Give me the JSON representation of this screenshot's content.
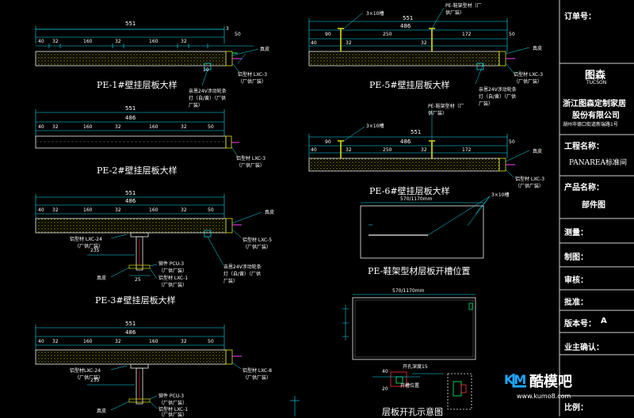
{
  "colors": {
    "dim_line": "#00e5ff",
    "outline": "#f0f0f0",
    "hatch": "#d8d800",
    "slot": "#7a7a7a",
    "bracket": "#e0e000",
    "leader": "#00e5ff",
    "magenta": "#ff40ff",
    "green": "#00ff66",
    "red": "#ff3333",
    "titleblock_line": "#cfcfcf",
    "watermark_blue": "#1fa6ff"
  },
  "panels": {
    "pe1": {
      "title": "PE-1#壁挂层板大样",
      "dims_top": [
        "551"
      ],
      "dims_mid": [
        "40",
        "32",
        "160",
        "32",
        "160",
        "32",
        "50"
      ],
      "dims_mid2": [
        "3"
      ],
      "note1": "真皮",
      "note2": "铝型材 LXC-3",
      "note3": "（厂供厂装）",
      "note4": "亲恩24V涉动轮条",
      "note5": "灯（自/黄）（厂供",
      "note6": "厂装）",
      "note_dim": "10"
    },
    "pe2": {
      "title": "PE-2#壁挂层板大样",
      "dims_top": [
        "551"
      ],
      "dims_mid": [
        "486"
      ],
      "dims_low": [
        "40",
        "32",
        "160",
        "32",
        "160",
        "32",
        "50"
      ],
      "note1": "铝型材 LXC-3",
      "note2": "（厂供厂装）"
    },
    "pe3": {
      "title": "PE-3#壁挂层板大样",
      "dims_top": [
        "551"
      ],
      "dims_mid": [
        "486"
      ],
      "dims_low": [
        "40",
        "32",
        "160",
        "32",
        "160",
        "32",
        "50"
      ],
      "note1": "真皮",
      "note2": "铝型材 LXC-5",
      "note3": "（厂供厂装）",
      "note4": "铝型材 LXC-24",
      "note5": "（厂供厂装）",
      "note6": "亲恩24V涉动轮条",
      "note7": "灯（自/黄）（厂供",
      "note8": "厂装）",
      "note9": "铆件 PCU-3",
      "note10": "（厂供厂装）",
      "note11": "铝型材 LXC-1",
      "note12": "（厂供厂装）",
      "note13": "真皮",
      "dim_side": "235",
      "dim_low": "25"
    },
    "pe4": {
      "dims_top": [
        "551"
      ],
      "dims_mid": [
        "486"
      ],
      "dims_low": [
        "40",
        "32",
        "160",
        "32",
        "160",
        "32",
        "50"
      ],
      "note1": "铝型材LXC-24",
      "note2": "（厂供厂装）",
      "note3": "铝型材 LXC-8",
      "note4": "（厂供厂装）",
      "note5": "铆件 PCU-3",
      "note6": "（厂供厂装）",
      "note7": "铝型材 LXC-1",
      "note8": "（厂供厂装）",
      "note9": "真皮",
      "dim_side": "235"
    },
    "pe5": {
      "title": "PE-5#壁挂层板大样",
      "dims_top": [
        "3×10槽",
        "551"
      ],
      "dims_mid": [
        "40",
        "90",
        "32",
        "250",
        "32",
        "172",
        "50"
      ],
      "dim_486": "486",
      "note1": "PE-鞋架型材（厂",
      "note2": "供厂装）",
      "note3": "真皮",
      "note4": "铝型材 LXC-3",
      "note5": "（厂供厂装）",
      "note6": "亲恩24V涉动轮条",
      "note7": "灯（自/黄）（厂供",
      "note8": "厂装）"
    },
    "pe6": {
      "title": "PE-6#壁挂层板大样",
      "dims_top": [
        "3×10槽",
        "551"
      ],
      "dims_mid": [
        "40",
        "90",
        "32",
        "250",
        "32",
        "172",
        "50"
      ],
      "dim_486": "486",
      "note1": "PE-鞋架型材（厂",
      "note2": "供厂装）",
      "note3": "真皮",
      "note4": "铝型材 LXC-3",
      "note5": "（厂供厂装）"
    },
    "slot": {
      "title": "PE-鞋架型材层板开槽位置",
      "dim_top": "570/1170mm",
      "note": "3×10槽"
    },
    "hole": {
      "title": "层板开孔示意图",
      "dim_top": "570/1170mm",
      "note1": "开孔深度15",
      "note2": "开槽位置",
      "dim1": "40",
      "dim2": "20"
    }
  },
  "titleblock": {
    "order_no": "订单号：",
    "logo_cn": "图森",
    "logo_en": "TUCSON",
    "company1": "浙江图森定制家居",
    "company2": "股份有限公司",
    "company_addr": "湖州市德口街道新瑞路1号",
    "project_label": "工程名称：",
    "project_value": "PANAREA标准间",
    "product_label": "产品名称：",
    "product_value": "部件图",
    "measure_label": "测量：",
    "draw_label": "制图：",
    "review_label": "审核：",
    "approve_label": "批准：",
    "version_label": "版本号：",
    "version_value": "A",
    "owner_label": "业主确认：",
    "scale_label": "比例："
  },
  "watermark": {
    "km": "KM",
    "cn": "酷模吧",
    "url": "www.kumo8.com"
  }
}
